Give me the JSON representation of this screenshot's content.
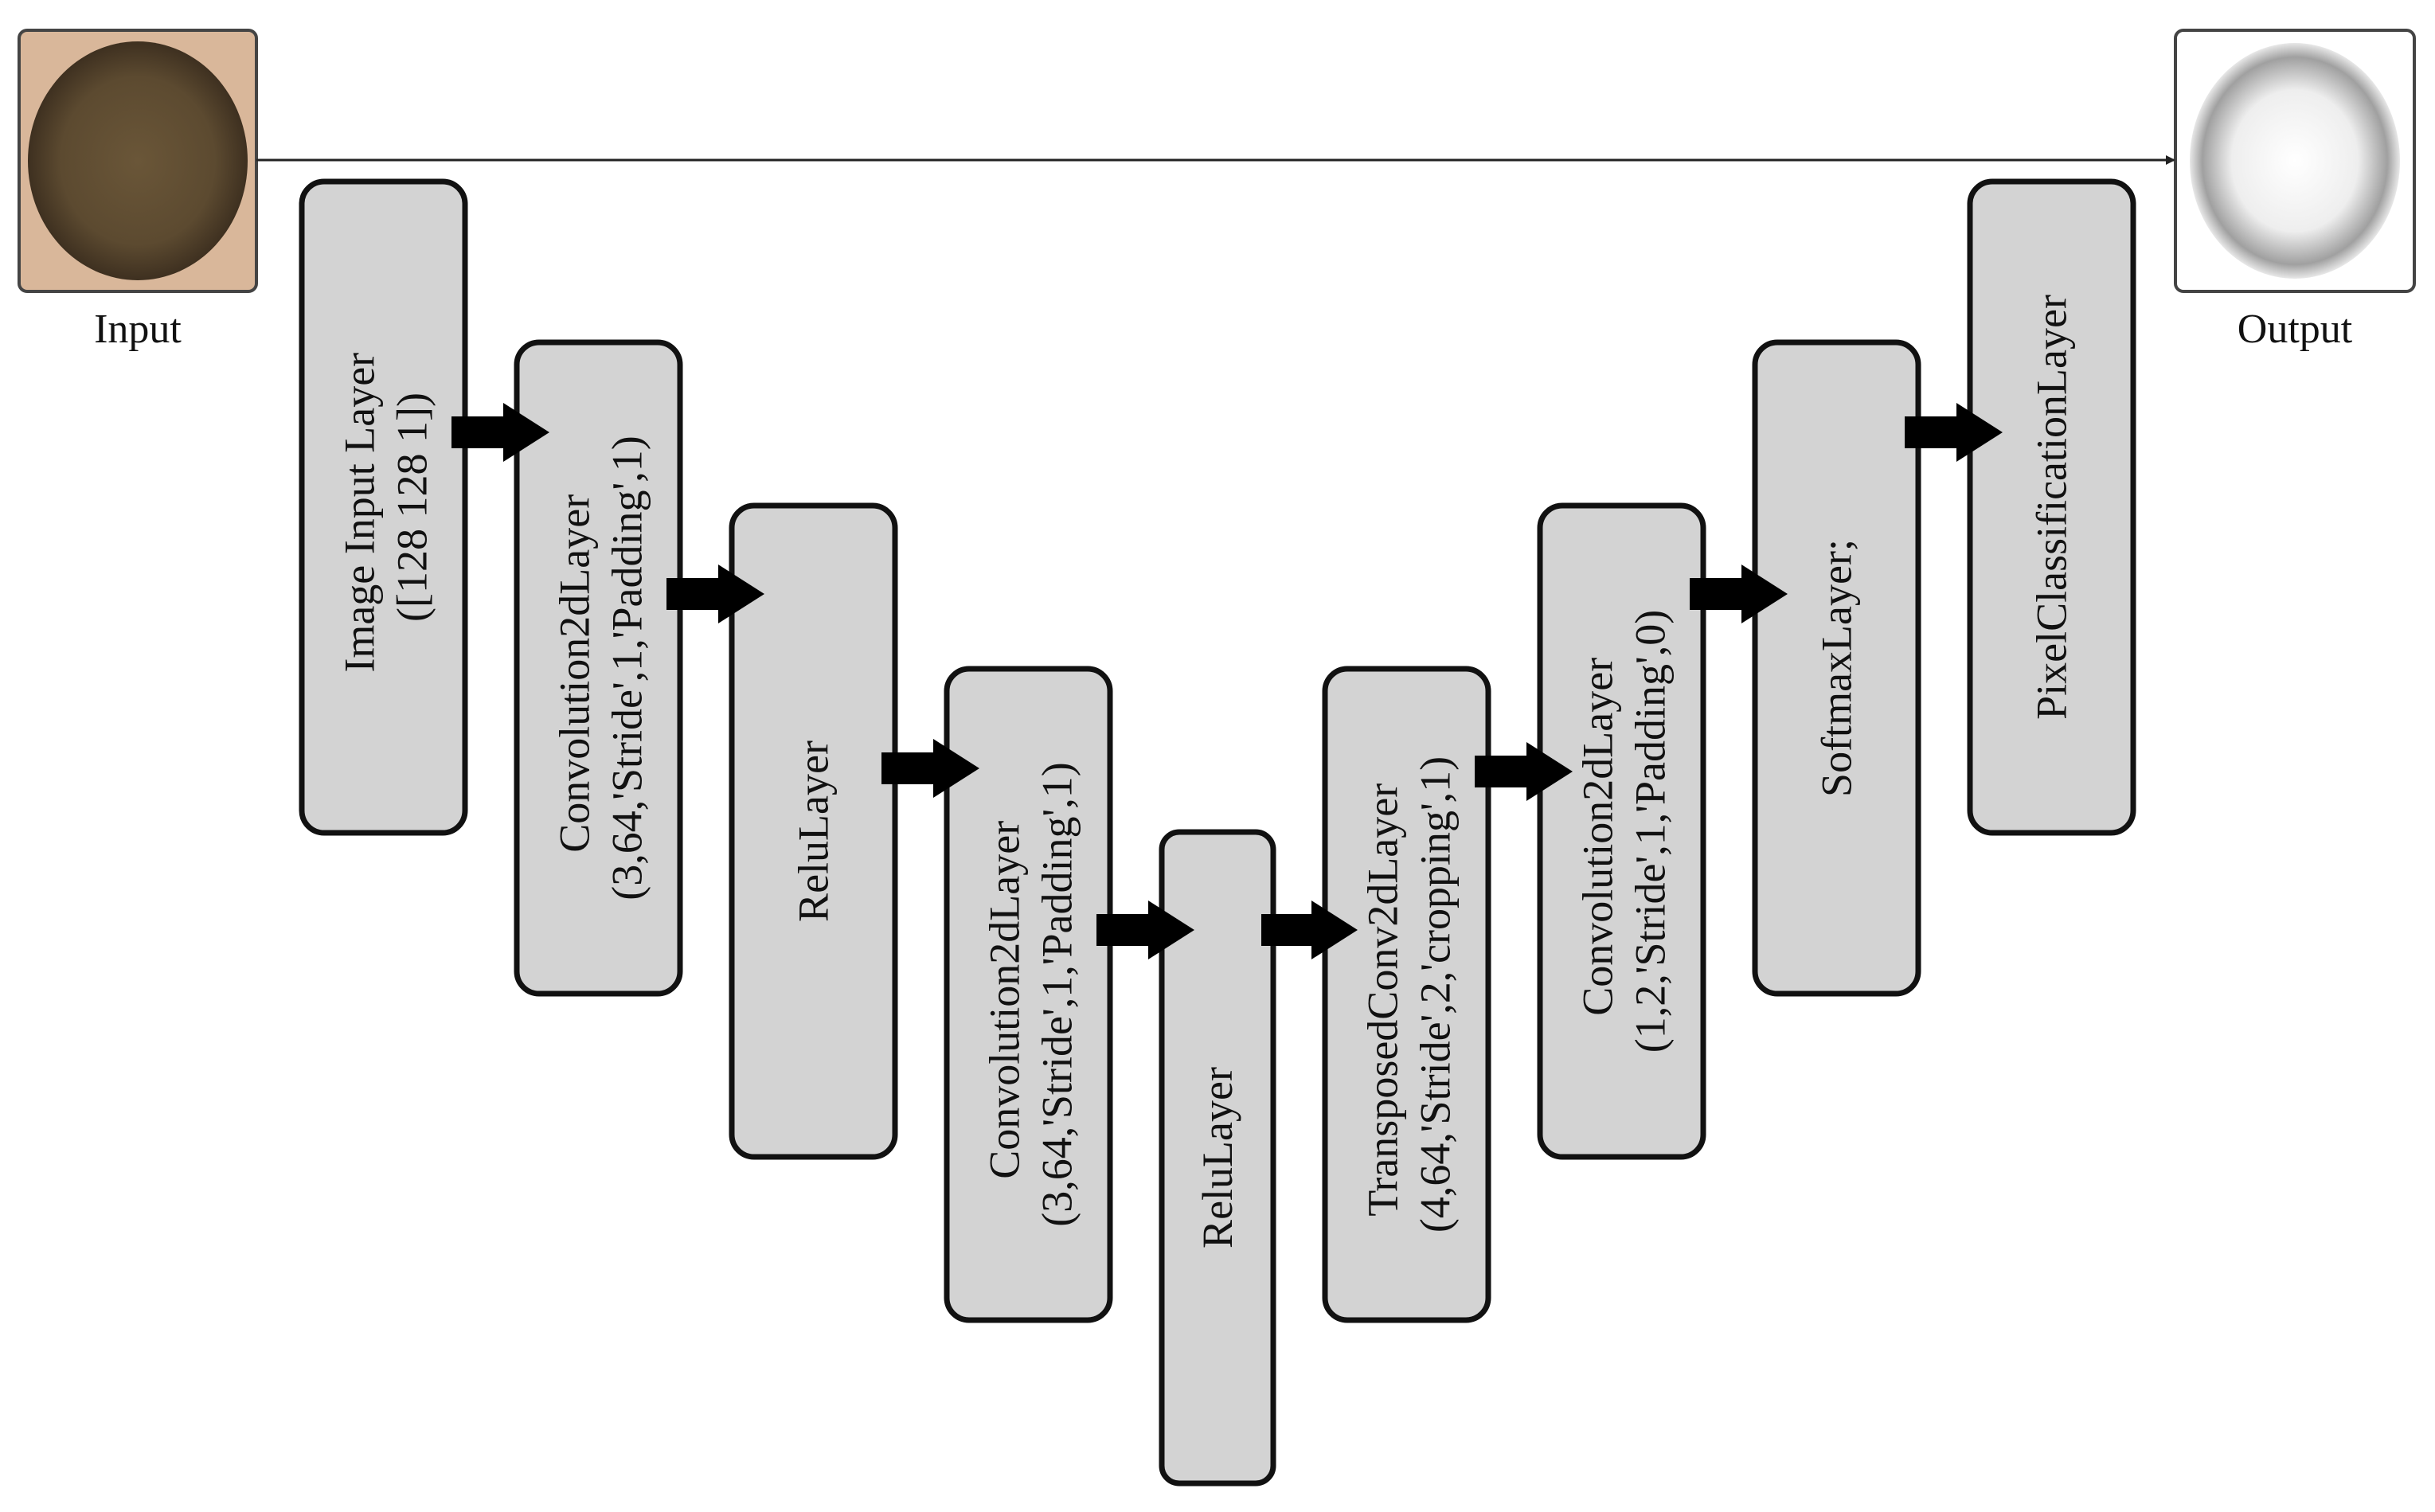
{
  "input_label": "Input",
  "output_label": "Output",
  "layers": [
    {
      "lines": [
        "Image Input Layer",
        "([128 128 1])"
      ]
    },
    {
      "lines": [
        "Convolution2dLayer",
        "(3,64,'Stride',1,'Padding',1)"
      ]
    },
    {
      "lines": [
        "ReluLayer"
      ]
    },
    {
      "lines": [
        "Convolution2dLayer",
        "(3,64,'Stride',1,'Padding',1)"
      ]
    },
    {
      "lines": [
        "ReluLayer"
      ]
    },
    {
      "lines": [
        "TransposedConv2dLayer",
        "(4,64,'Stride',2,'cropping',1)"
      ]
    },
    {
      "lines": [
        "Convolution2dLayer",
        "(1,2,'Stride',1,'Padding',0)"
      ]
    },
    {
      "lines": [
        "SoftmaxLayer;"
      ]
    },
    {
      "lines": [
        "PixelClassificationLayer"
      ]
    }
  ]
}
